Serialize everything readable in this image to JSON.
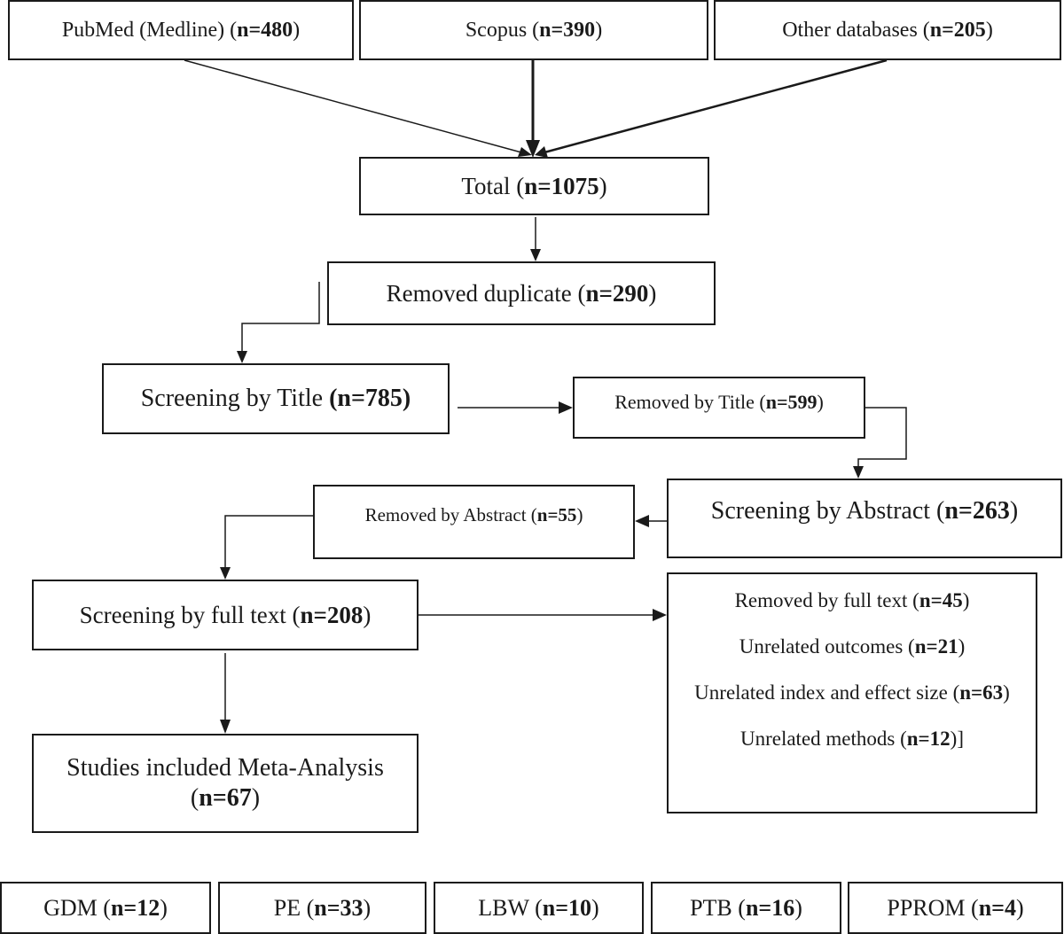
{
  "sources": [
    {
      "label": "PubMed (Medline) (",
      "n": "n=480",
      "close": ")"
    },
    {
      "label": "Scopus (",
      "n": "n=390",
      "close": ")"
    },
    {
      "label": "Other databases (",
      "n": "n=205",
      "close": ")"
    }
  ],
  "total": {
    "label": "Total (",
    "n": "n=1075",
    "close": ")"
  },
  "duplicate": {
    "label": "Removed duplicate (",
    "n": "n=290",
    "close": ")"
  },
  "title_screen": {
    "label": "Screening by Title ",
    "n": "(n=785)"
  },
  "title_removed": {
    "label": "Removed by Title (",
    "n": "n=599",
    "close": ")"
  },
  "abstract_screen": {
    "label": "Screening by Abstract (",
    "n": "n=263",
    "close": ")"
  },
  "abstract_removed": {
    "label": "Removed by Abstract (",
    "n": "n=55",
    "close": ")"
  },
  "fulltext_screen": {
    "label": "Screening by full text (",
    "n": "n=208",
    "close": ")"
  },
  "fulltext_removed": [
    {
      "label": "Removed by full text (",
      "n": "n=45",
      "close": ")"
    },
    {
      "label": "Unrelated outcomes (",
      "n": "n=21",
      "close": ")"
    },
    {
      "label": "Unrelated index and effect size (",
      "n": "n=63",
      "close": ")"
    },
    {
      "label": "Unrelated methods (",
      "n": "n=12",
      "close": ")]"
    }
  ],
  "included": {
    "label": "Studies included Meta-Analysis",
    "n_open": "(",
    "n": "n=67",
    "close": ")"
  },
  "outcomes": [
    {
      "label": "GDM (",
      "n": "n=12",
      "close": ")"
    },
    {
      "label": "PE (",
      "n": "n=33",
      "close": ")"
    },
    {
      "label": "LBW (",
      "n": "n=10",
      "close": ")"
    },
    {
      "label": "PTB (",
      "n": "n=16",
      "close": ")"
    },
    {
      "label": "PPROM (",
      "n": "n=4",
      "close": ")"
    }
  ]
}
